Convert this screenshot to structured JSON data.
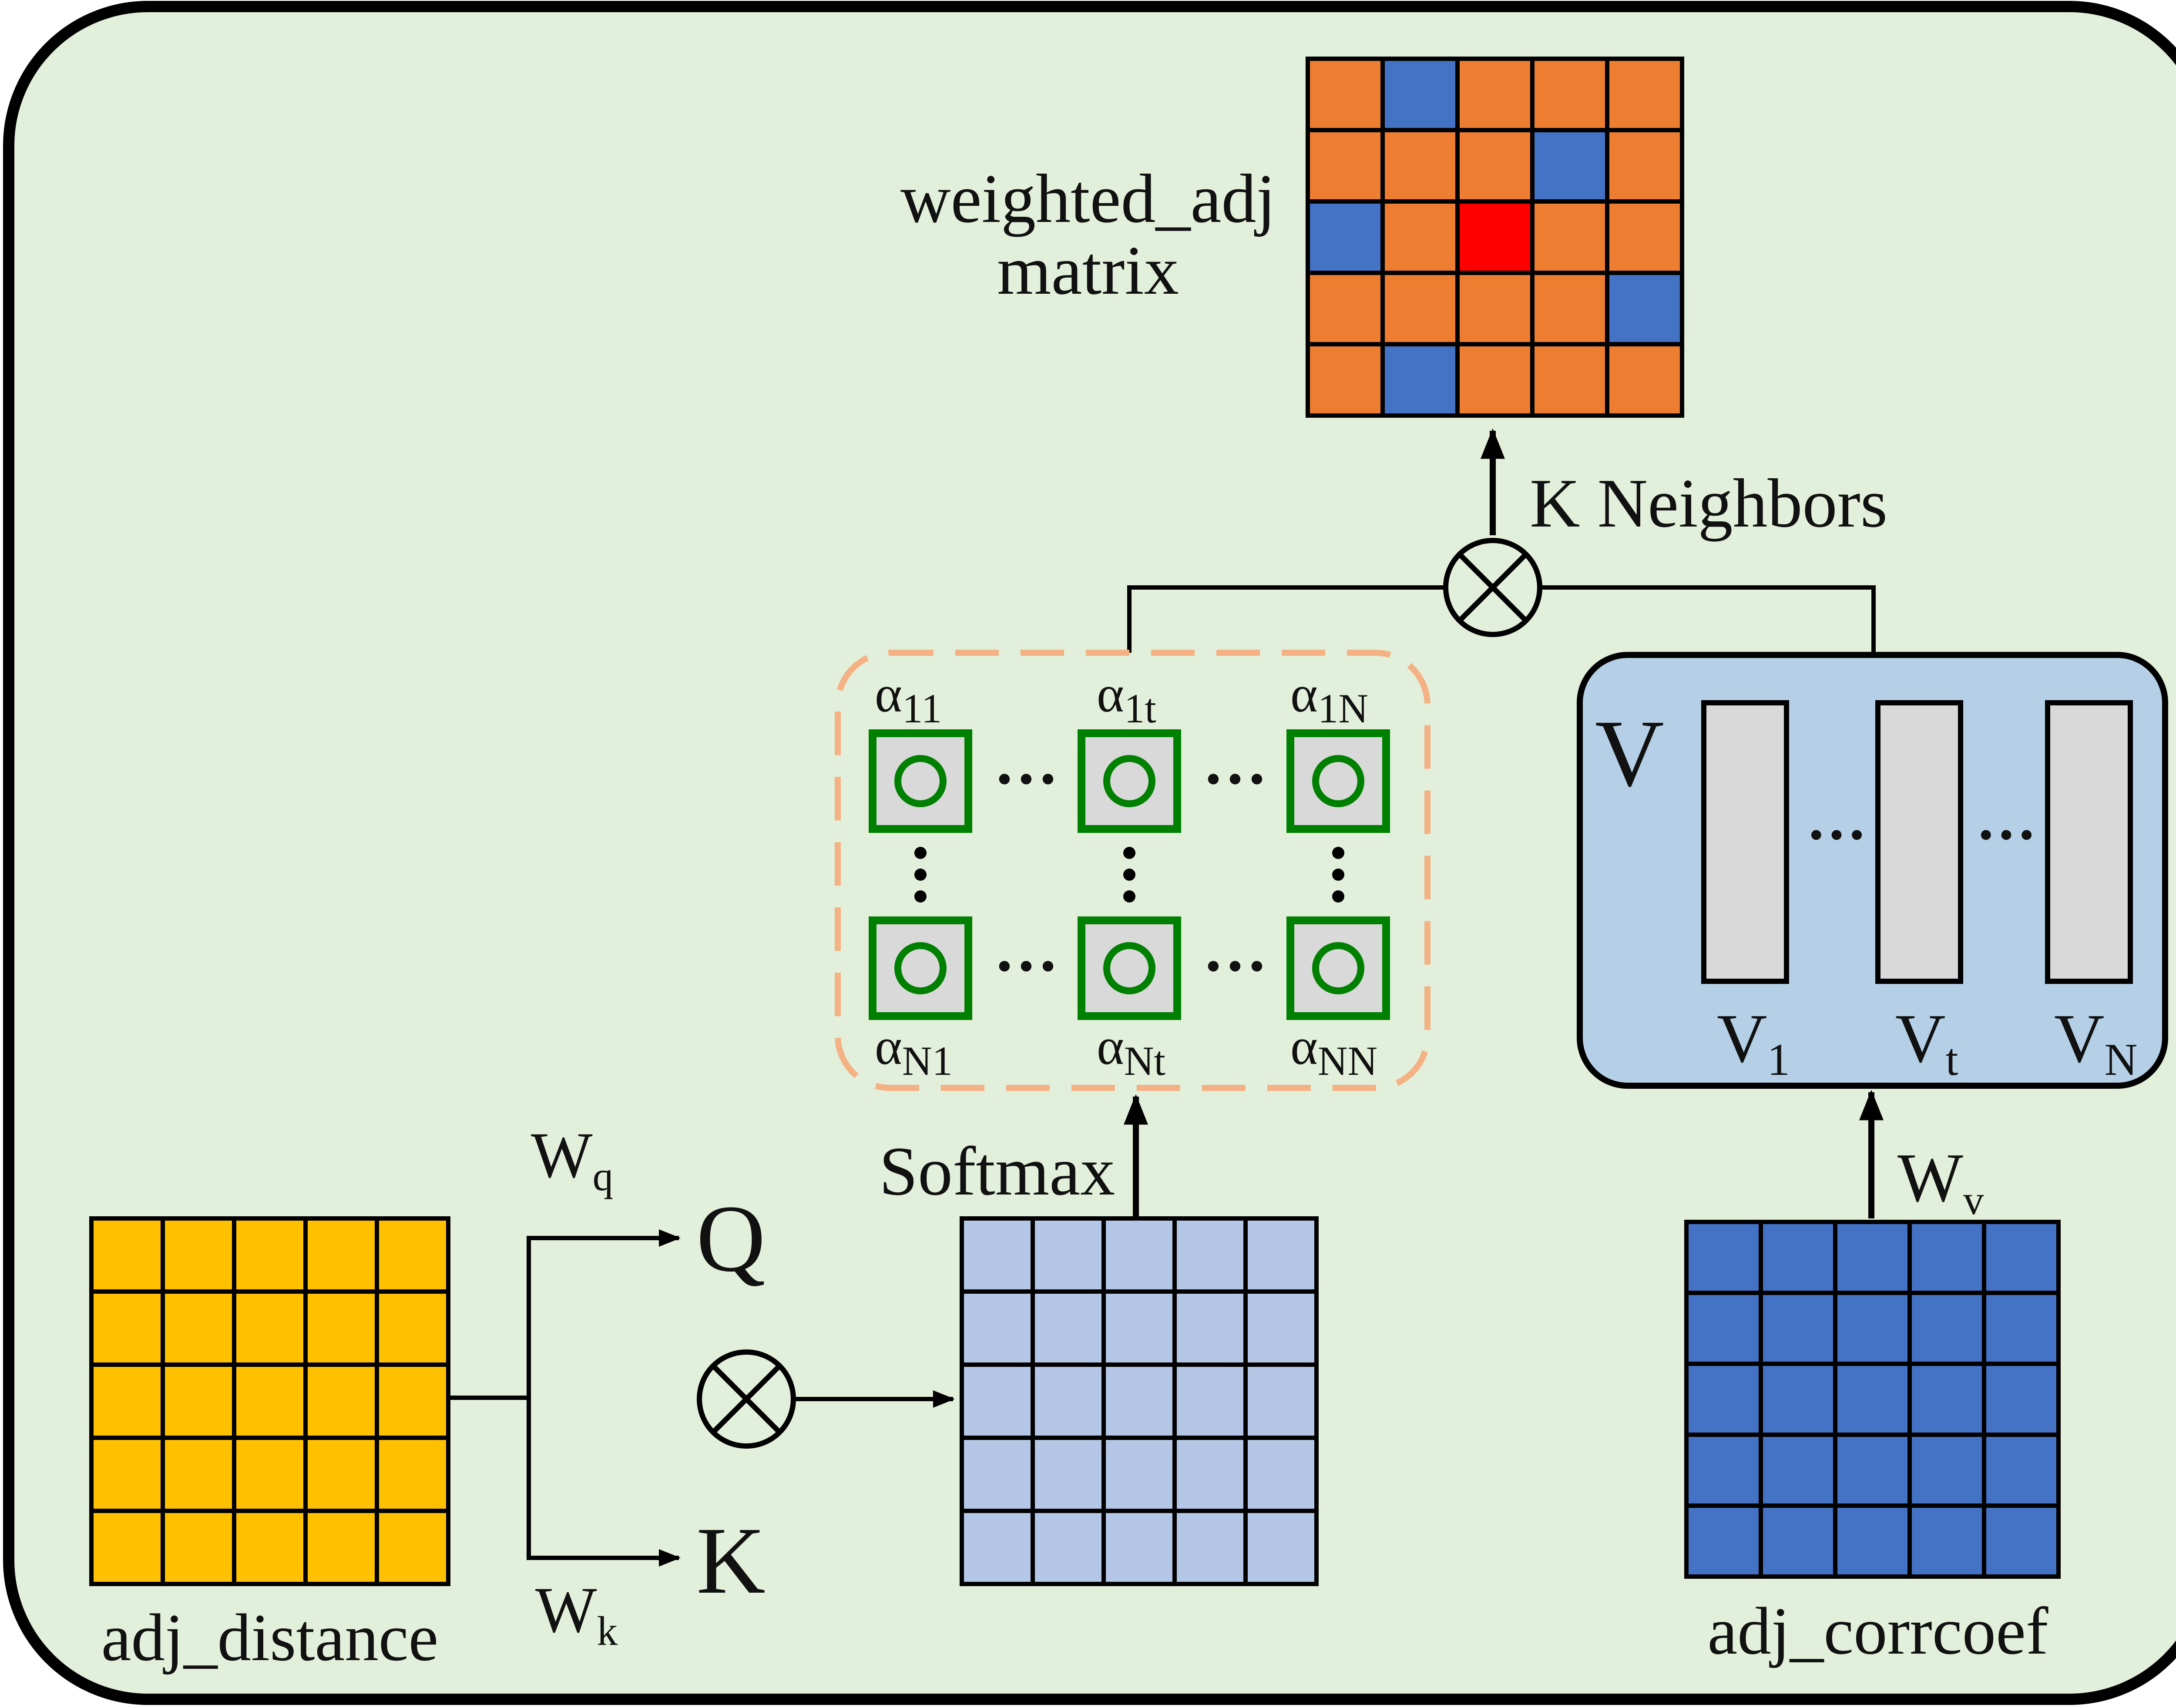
{
  "colors": {
    "panel_bg": "#e2efda",
    "panel_border": "#000000",
    "distance_cell": "#ffc000",
    "softmax_cell": "#b4c7e7",
    "corrcoef_cell": "#4472c4",
    "weighted_orange": "#ed7d31",
    "weighted_blue": "#4472c4",
    "weighted_red": "#ff0000",
    "alpha_box_stroke": "#008000",
    "alpha_box_fill": "#d9d9d9",
    "dashed_border": "#f4b183",
    "v_panel_fill": "#b4cfe6",
    "v_bar_fill": "#d9d9d9"
  },
  "labels": {
    "weighted_line1": "weighted_adj",
    "weighted_line2": "matrix",
    "k_neighbors": "K Neighbors",
    "softmax": "Softmax",
    "q": "Q",
    "k": "K",
    "adj_distance": "adj_distance",
    "adj_corrcoef": "adj_corrcoef",
    "v": "V"
  },
  "weights": {
    "wq": {
      "base": "W",
      "sub": "q"
    },
    "wk": {
      "base": "W",
      "sub": "k"
    },
    "wv": {
      "base": "W",
      "sub": "v"
    }
  },
  "alphas": {
    "a11": {
      "base": "α",
      "sub": "11"
    },
    "a1t": {
      "base": "α",
      "sub": "1t"
    },
    "a1N": {
      "base": "α",
      "sub": "1N"
    },
    "aN1": {
      "base": "α",
      "sub": "N1"
    },
    "aNt": {
      "base": "α",
      "sub": "Nt"
    },
    "aNN": {
      "base": "α",
      "sub": "NN"
    }
  },
  "v_items": {
    "v1": {
      "base": "V",
      "sub": "1"
    },
    "vt": {
      "base": "V",
      "sub": "t"
    },
    "vN": {
      "base": "V",
      "sub": "N"
    }
  },
  "ellipsis": "···",
  "weighted_grid": [
    [
      "o",
      "b",
      "o",
      "o",
      "o"
    ],
    [
      "o",
      "o",
      "o",
      "b",
      "o"
    ],
    [
      "b",
      "o",
      "r",
      "o",
      "o"
    ],
    [
      "o",
      "o",
      "o",
      "o",
      "b"
    ],
    [
      "o",
      "b",
      "o",
      "o",
      "o"
    ]
  ]
}
